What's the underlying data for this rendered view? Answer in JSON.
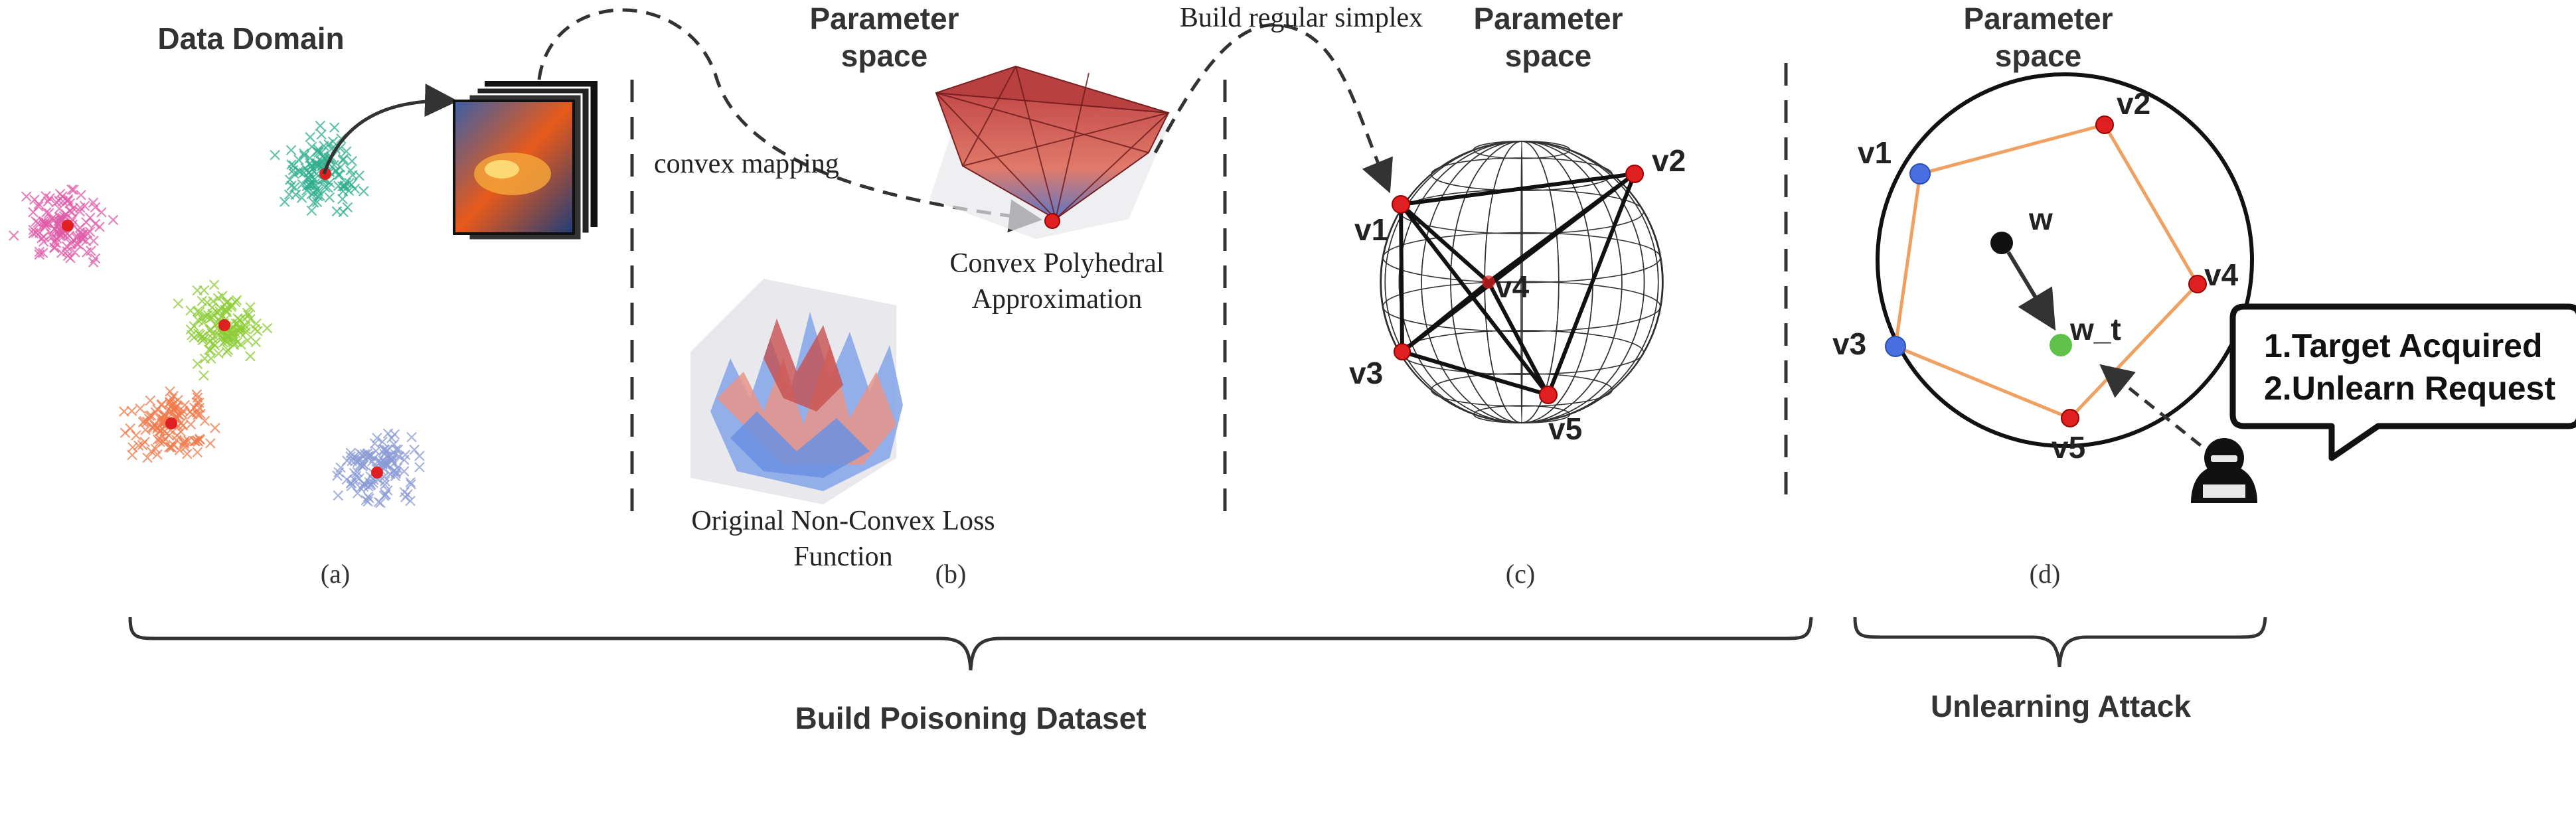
{
  "panel_a": {
    "title": "Data Domain",
    "label": "(a)",
    "clusters": [
      {
        "name": "pink",
        "color": "#e05aa8"
      },
      {
        "name": "teal",
        "color": "#2fae8e"
      },
      {
        "name": "green",
        "color": "#8ccc34"
      },
      {
        "name": "orange",
        "color": "#f07a4a"
      },
      {
        "name": "blue",
        "color": "#8a9bd6"
      }
    ]
  },
  "panel_b": {
    "title_line1": "Parameter",
    "title_line2": "space",
    "convex_mapping": "convex mapping",
    "convex_label_line1": "Convex Polyhedral",
    "convex_label_line2": "Approximation",
    "nonconvex_label_line1": "Original Non-Convex Loss",
    "nonconvex_label_line2": "Function",
    "label": "(b)"
  },
  "panel_c": {
    "title_line1": "Parameter",
    "title_line2": "space",
    "arrow_label": "Build regular simplex",
    "vertices": [
      "v1",
      "v2",
      "v3",
      "v4",
      "v5"
    ],
    "label": "(c)"
  },
  "panel_d": {
    "title_line1": "Parameter",
    "title_line2": "space",
    "vertices": [
      "v1",
      "v2",
      "v3",
      "v4",
      "v5"
    ],
    "w_label": "w",
    "wt_label": "w_t",
    "label": "(d)",
    "bubble_line1": "1.Target Acquired",
    "bubble_line2": "2.Unlearn Request"
  },
  "brackets": {
    "left": "Build Poisoning Dataset",
    "right": "Unlearning Attack"
  },
  "colors": {
    "red_point": "#e02020",
    "blue_point": "#4a6fe0",
    "green_point": "#5ec24a",
    "polygon": "#f0a060"
  }
}
